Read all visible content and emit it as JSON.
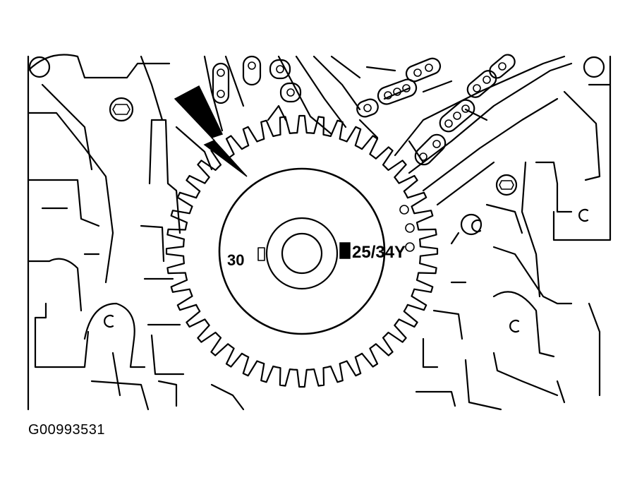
{
  "labels": {
    "mark_left": "30",
    "mark_right": "25/34Y"
  },
  "figure_id": "G00993531",
  "colors": {
    "ink": "#000000",
    "paper": "#ffffff"
  }
}
